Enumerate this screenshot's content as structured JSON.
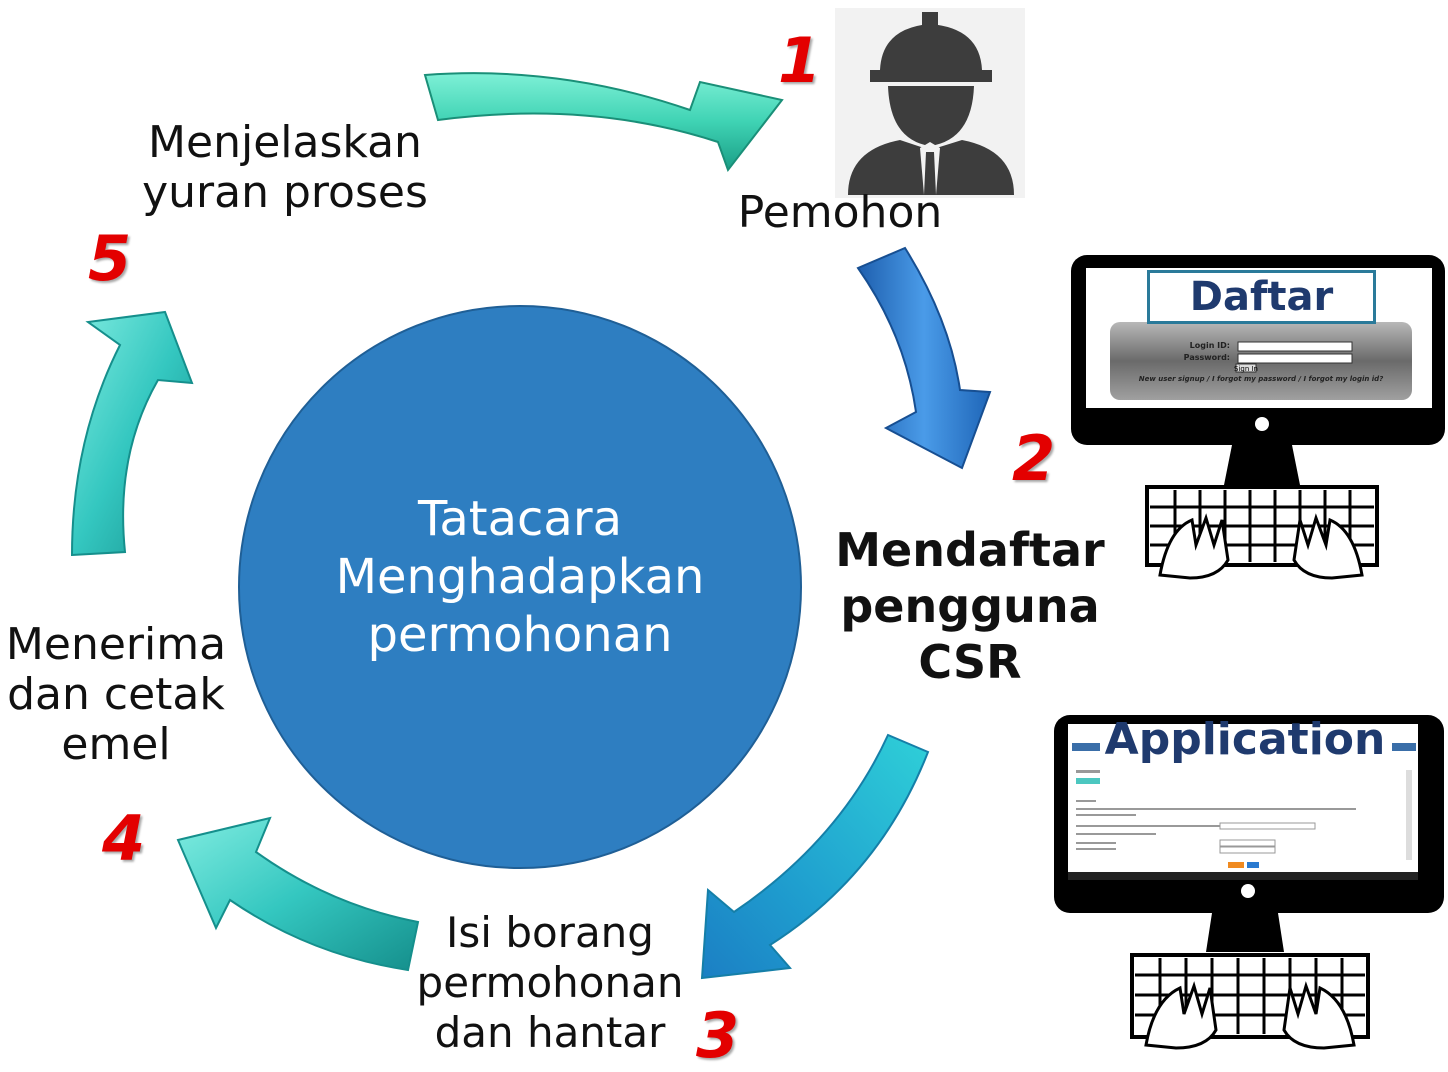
{
  "center": {
    "line1": "Tatacara",
    "line2": "Menghadapkan",
    "line3": "permohonan"
  },
  "steps": [
    {
      "number": "1",
      "label_lines": [
        "Pemohon"
      ]
    },
    {
      "number": "2",
      "label_lines": [
        "Mendaftar",
        "pengguna",
        "CSR"
      ]
    },
    {
      "number": "3",
      "label_lines": [
        "Isi borang",
        "permohonan",
        "dan hantar"
      ]
    },
    {
      "number": "4",
      "label_lines": [
        "Menerima",
        "dan cetak",
        "emel"
      ]
    },
    {
      "number": "5",
      "label_lines": [
        "Menjelaskan",
        "yuran proses"
      ]
    }
  ],
  "computer_login": {
    "title": "Daftar",
    "login_id_label": "Login ID:",
    "password_label": "Password:",
    "sign_in_label": "Sign In",
    "links_text": "New user signup   /   I forgot my password   /   I forgot my login id?"
  },
  "computer_app": {
    "title": "Application"
  },
  "colors": {
    "circle": "#2e7ec1",
    "arrow_teal": "#3fd3b4",
    "arrow_blue": "#2a7ad0",
    "number_red": "#e30000"
  }
}
